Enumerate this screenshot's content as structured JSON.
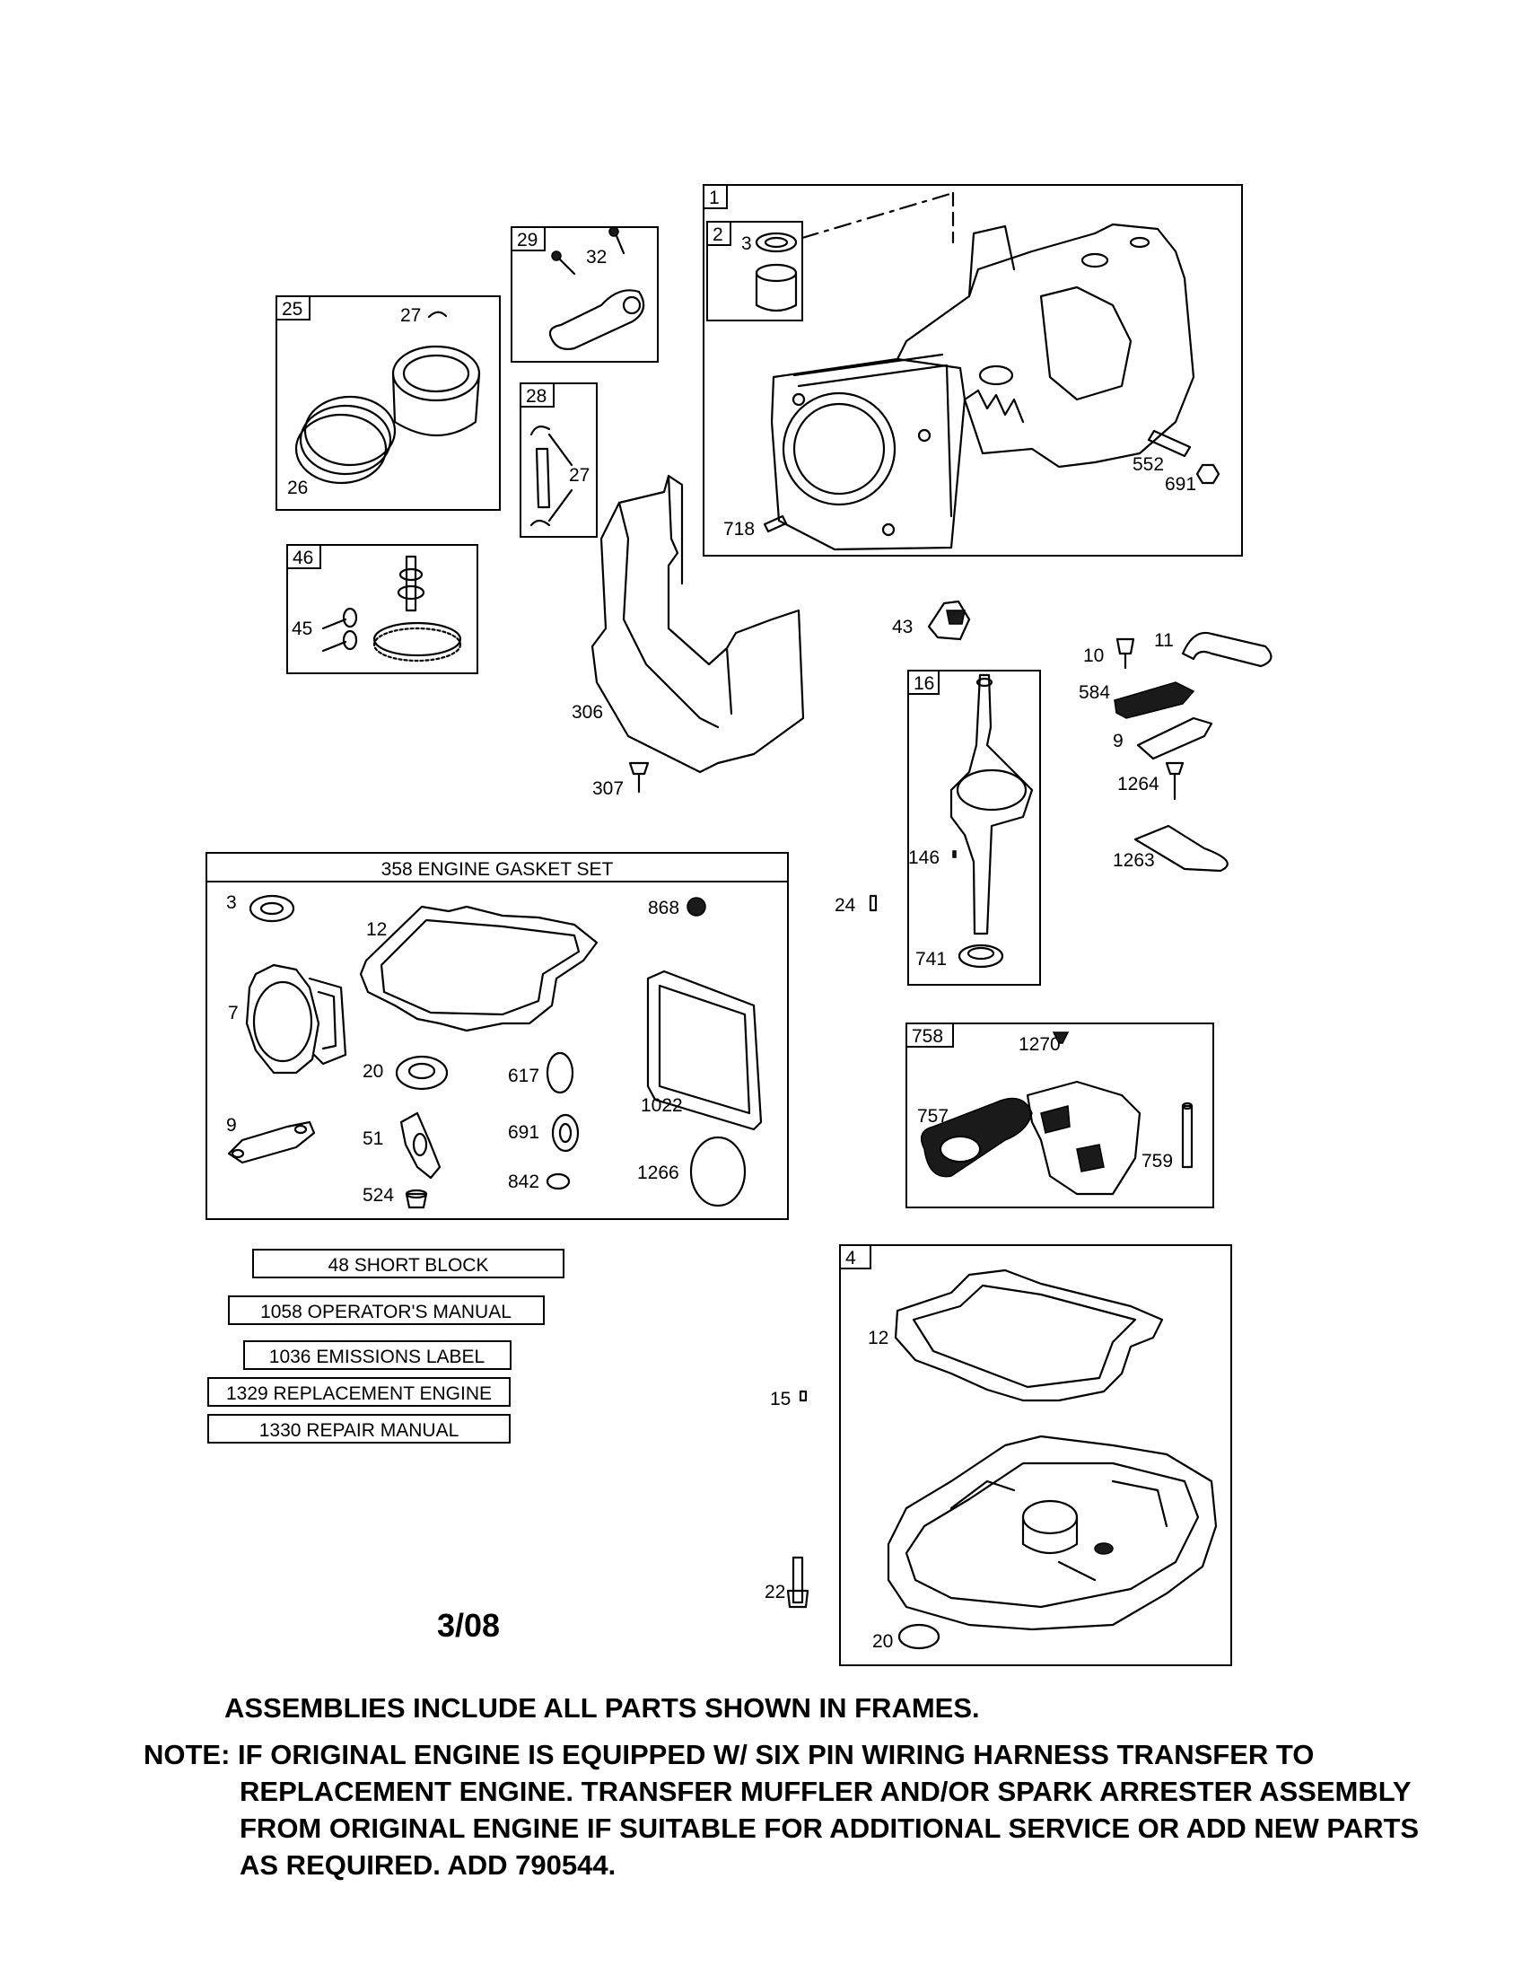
{
  "frames": {
    "f1": "1",
    "f2": "2",
    "f29": "29",
    "f25": "25",
    "f28": "28",
    "f46": "46",
    "f16": "16",
    "f758": "758",
    "f4": "4"
  },
  "callouts": {
    "c3a": "3",
    "c32": "32",
    "c27a": "27",
    "c26": "26",
    "c27b": "27",
    "c552": "552",
    "c691a": "691",
    "c718": "718",
    "c45": "45",
    "c43": "43",
    "c10": "10",
    "c11": "11",
    "c584": "584",
    "c9a": "9",
    "c1264": "1264",
    "c1263": "1263",
    "c306": "306",
    "c307": "307",
    "c146": "146",
    "c741": "741",
    "c24": "24",
    "c3b": "3",
    "c12a": "12",
    "c868": "868",
    "c7": "7",
    "c20a": "20",
    "c617": "617",
    "c1022": "1022",
    "c9b": "9",
    "c51": "51",
    "c691b": "691",
    "c1266": "1266",
    "c524": "524",
    "c842": "842",
    "c1270": "1270",
    "c757": "757",
    "c759": "759",
    "c12b": "12",
    "c15": "15",
    "c22": "22",
    "c20b": "20"
  },
  "gasket_set_title": "358 ENGINE GASKET SET",
  "parts_list": [
    "48 SHORT BLOCK",
    "1058 OPERATOR'S MANUAL",
    "1036 EMISSIONS LABEL",
    "1329 REPLACEMENT ENGINE",
    "1330 REPAIR MANUAL"
  ],
  "date_code": "3/08",
  "notes": {
    "line1": "ASSEMBLIES INCLUDE ALL PARTS SHOWN IN FRAMES.",
    "line2": "NOTE: IF ORIGINAL ENGINE IS EQUIPPED W/ SIX PIN WIRING HARNESS TRANSFER TO",
    "line3": "REPLACEMENT ENGINE. TRANSFER MUFFLER AND/OR SPARK ARRESTER ASSEMBLY",
    "line4": "FROM ORIGINAL ENGINE IF SUITABLE FOR ADDITIONAL SERVICE OR ADD NEW PARTS",
    "line5": "AS REQUIRED. ADD 790544."
  }
}
